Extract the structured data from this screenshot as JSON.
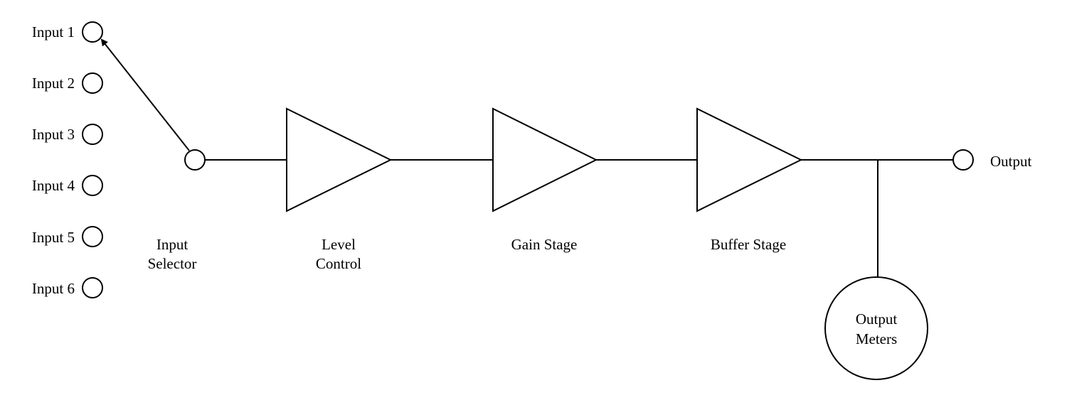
{
  "inputs": [
    "Input 1",
    "Input 2",
    "Input 3",
    "Input 4",
    "Input 5",
    "Input 6"
  ],
  "selected_input": "Input 1",
  "stages": {
    "input_selector": [
      "Input",
      "Selector"
    ],
    "level_control": [
      "Level",
      "Control"
    ],
    "gain_stage": "Gain Stage",
    "buffer_stage": "Buffer Stage"
  },
  "output": "Output",
  "meters": [
    "Output",
    "Meters"
  ],
  "colors": {
    "line": "#000000",
    "background": "#ffffff"
  }
}
